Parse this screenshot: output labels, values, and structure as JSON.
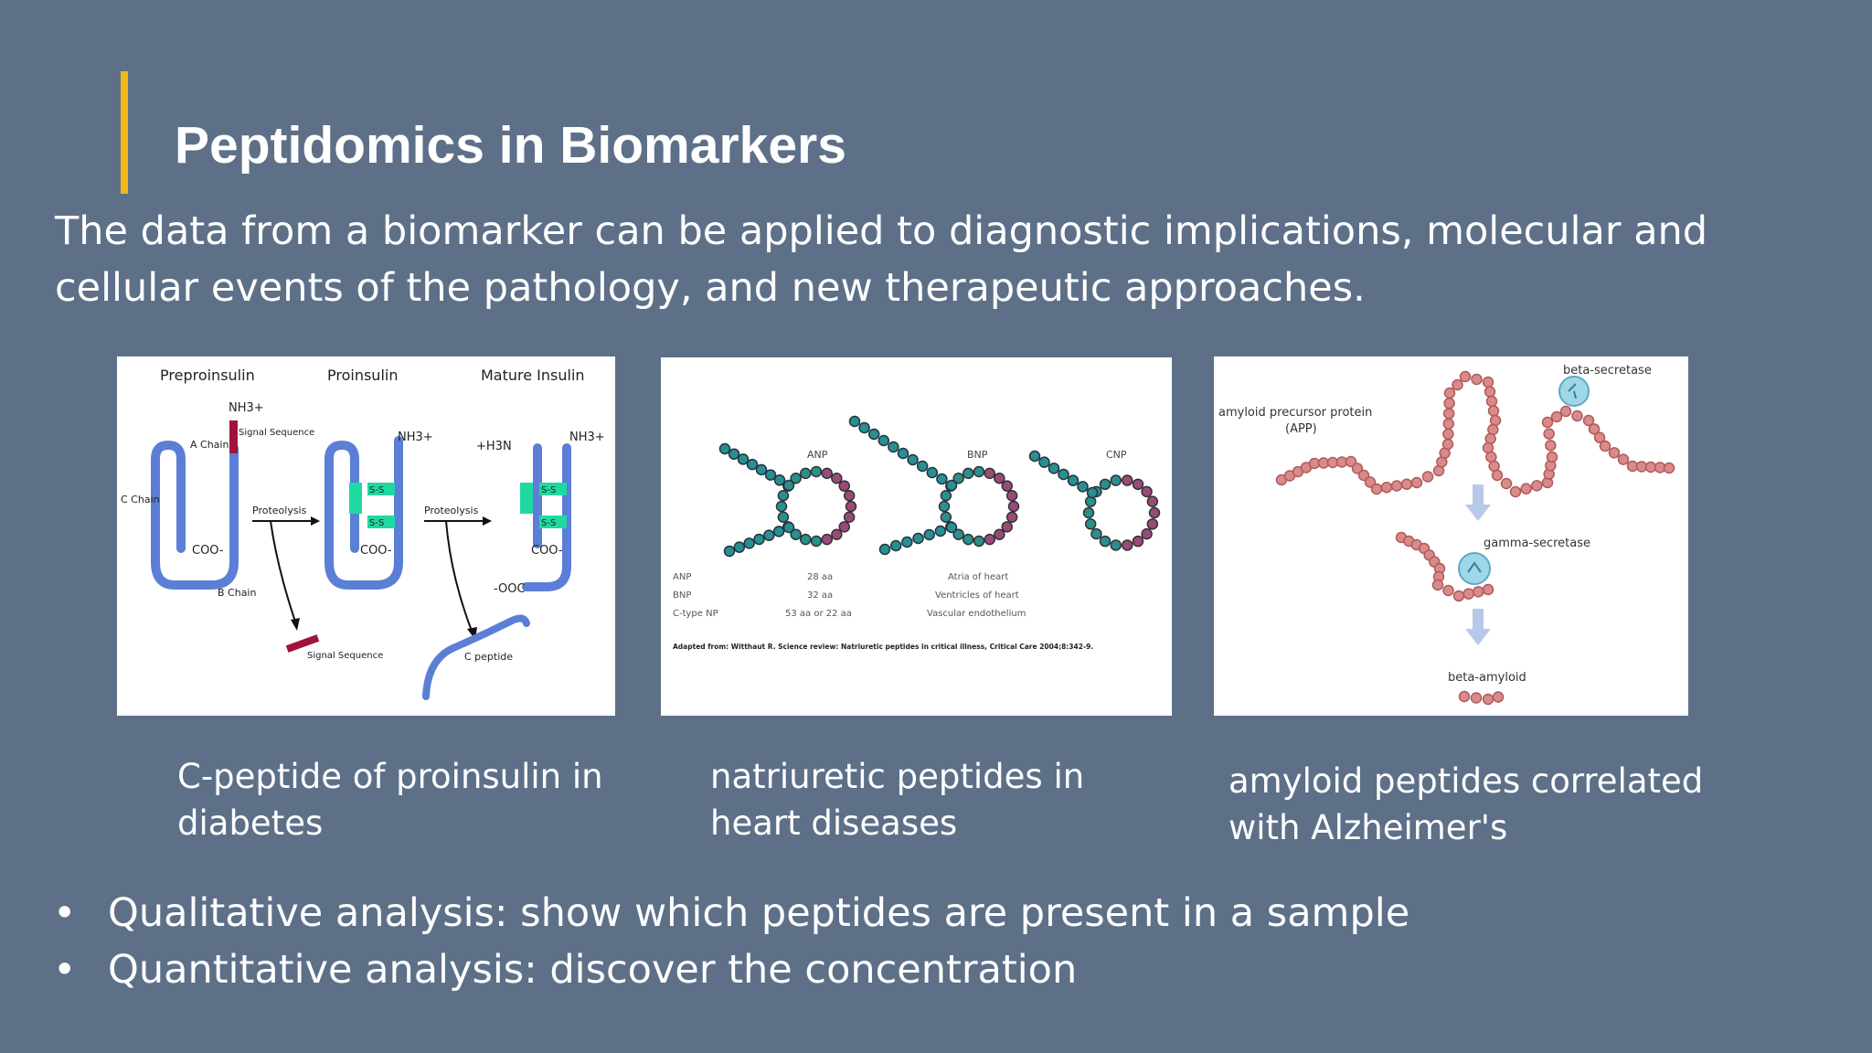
{
  "title": "Peptidomics in Biomarkers",
  "intro": "The data from a biomarker can be applied to diagnostic implications,  molecular and cellular events of the pathology, and new therapeutic approaches.",
  "figures": [
    {
      "labels": {
        "preproinsulin": "Preproinsulin",
        "proinsulin": "Proinsulin",
        "mature": "Mature Insulin",
        "nh3": "NH3+",
        "nh3_b": "NH3+",
        "h3n": "+H3N",
        "nh3_c": "NH3+",
        "signal": "Signal Sequence",
        "signal2": "Signal Sequence",
        "a_chain": "A Chain",
        "c_chain": "C Chain",
        "b_chain": "B Chain",
        "coo1": "COO-",
        "coo2": "COO-",
        "coo3": "COO-",
        "ooc": "-OOC",
        "proteolysis1": "Proteolysis",
        "proteolysis2": "Proteolysis",
        "cpeptide": "C peptide",
        "ss": "S-S"
      },
      "caption": "C-peptide of proinsulin in diabetes"
    },
    {
      "labels": {
        "anp": "ANP",
        "bnp": "BNP",
        "cnp": "CNP",
        "rows": [
          [
            "ANP",
            "28 aa",
            "Atria of heart"
          ],
          [
            "BNP",
            "32 aa",
            "Ventricles of heart"
          ],
          [
            "C-type NP",
            "53 aa or 22 aa",
            "Vascular endothelium"
          ]
        ],
        "source": "Adapted from: Witthaut R. Science review: Natriuretic peptides in critical illness, Critical Care 2004;8:342-9."
      },
      "caption": "natriuretic peptides in heart diseases"
    },
    {
      "labels": {
        "app": "amyloid precursor protein (APP)",
        "beta_secretase": "beta-secretase",
        "gamma_secretase": "gamma-secretase",
        "beta_amyloid": "beta-amyloid"
      },
      "caption": "amyloid peptides correlated with Alzheimer's"
    }
  ],
  "bullets": [
    "Qualitative analysis: show which peptides are present in a sample",
    "Quantitative analysis: discover the concentration"
  ],
  "colors": {
    "background": "#5d7088",
    "accent": "#f2b81c",
    "insulin_chain": "#5b7fd6",
    "disulfide": "#20d9a0",
    "signal": "#a0143c",
    "teal_bead": "#2a8f8f",
    "purple_bead": "#9a4a7a",
    "amyloid_bead": "#d98a8a",
    "secretase": "#9fd6e8"
  }
}
